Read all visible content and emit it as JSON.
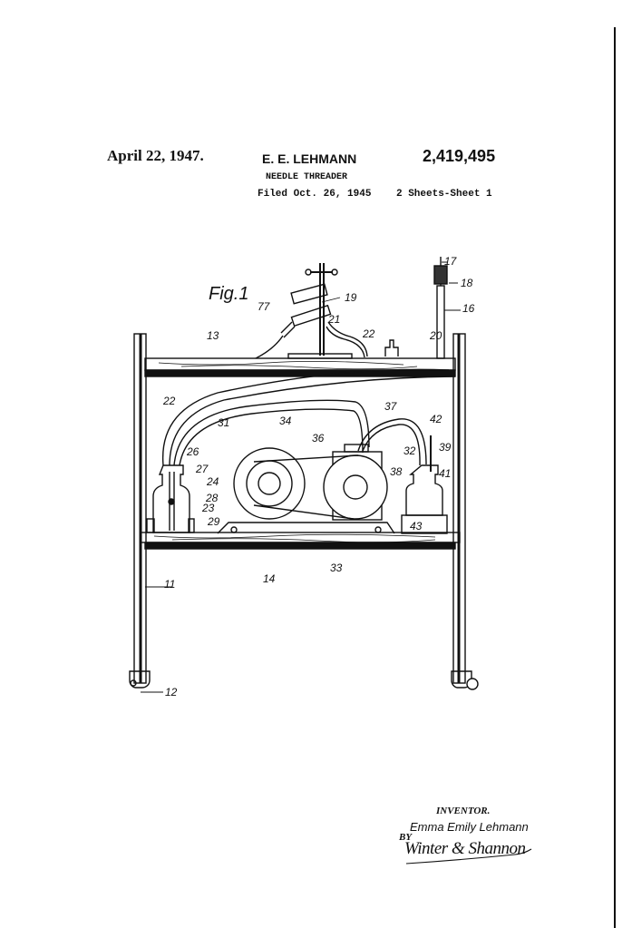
{
  "header": {
    "date": "April 22, 1947.",
    "inventor": "E. E. LEHMANN",
    "patent_number": "2,419,495",
    "title": "NEEDLE THREADER",
    "filed": "Filed Oct. 26, 1945",
    "sheets": "2 Sheets-Sheet 1"
  },
  "figure": {
    "label": "Fig.1",
    "refs": {
      "r11": "11",
      "r12": "12",
      "r13": "13",
      "r14": "14",
      "r16": "16",
      "r17": "17",
      "r18": "18",
      "r19": "19",
      "r20": "20",
      "r21": "21",
      "r22a": "22",
      "r22b": "22",
      "r23": "23",
      "r24": "24",
      "r26": "26",
      "r27": "27",
      "r28": "28",
      "r29": "29",
      "r31": "31",
      "r32": "32",
      "r33": "33",
      "r34": "34",
      "r36": "36",
      "r37": "37",
      "r38": "38",
      "r39": "39",
      "r41": "41",
      "r42": "42",
      "r43": "43",
      "r77": "77"
    }
  },
  "signature": {
    "inventor_label": "INVENTOR.",
    "inventor_name": "Emma Emily Lehmann",
    "by": "BY",
    "attorney": "Winter & Shannon"
  }
}
